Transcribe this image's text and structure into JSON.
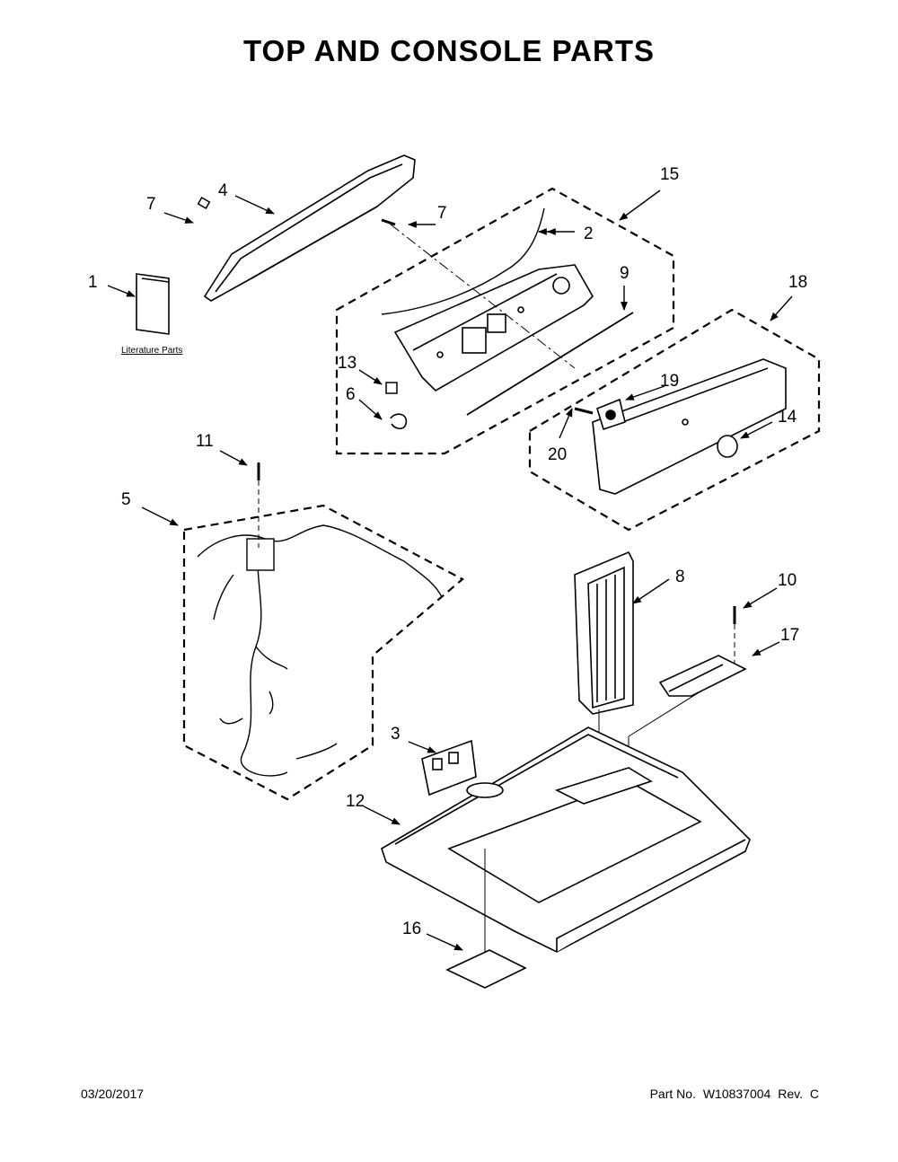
{
  "title": "TOP AND CONSOLE PARTS",
  "literature_label": "Literature Parts",
  "callouts": {
    "c1": "1",
    "c2": "2",
    "c3": "3",
    "c4": "4",
    "c5": "5",
    "c6": "6",
    "c7a": "7",
    "c7b": "7",
    "c8": "8",
    "c9": "9",
    "c10": "10",
    "c11": "11",
    "c12": "12",
    "c13": "13",
    "c14": "14",
    "c15": "15",
    "c16": "16",
    "c17": "17",
    "c18": "18",
    "c19": "19",
    "c20": "20"
  },
  "footer": {
    "date": "03/20/2017",
    "part_no_label": "Part No.",
    "part_no": "W10837004",
    "rev_label": "Rev.",
    "rev": "C"
  }
}
